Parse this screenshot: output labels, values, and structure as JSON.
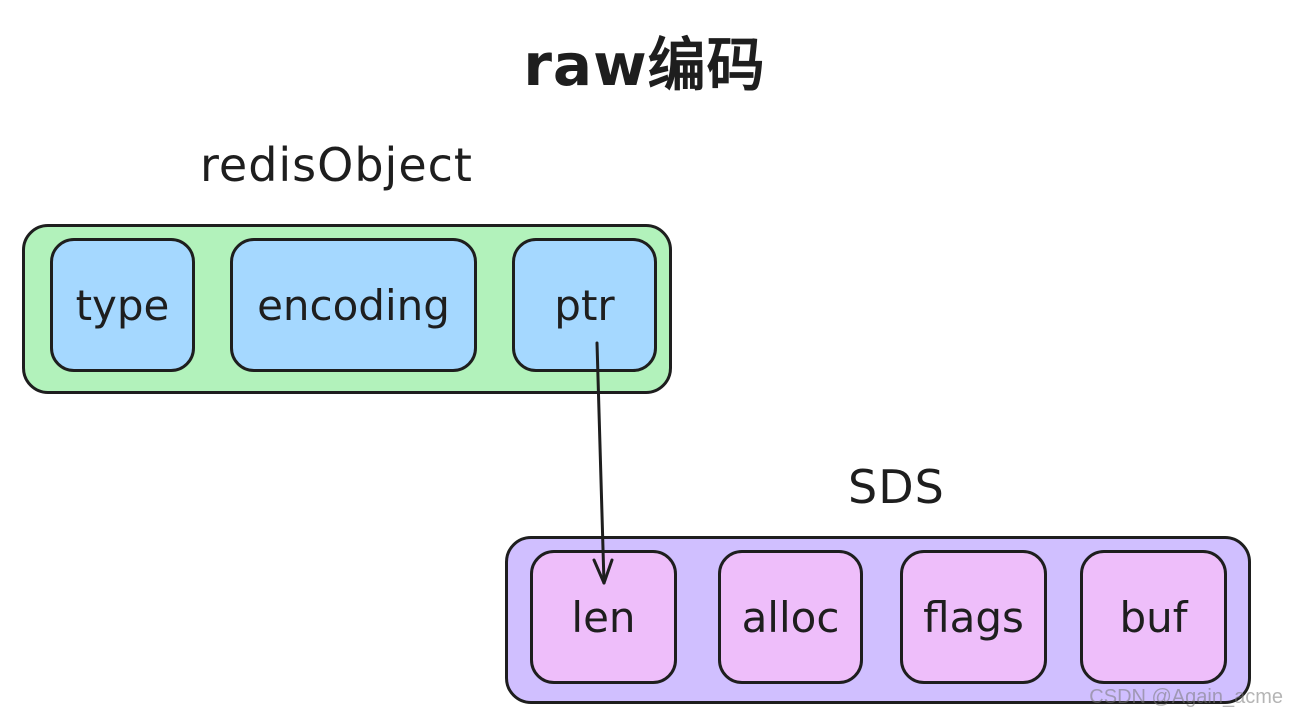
{
  "title": "raw编码",
  "redis_object": {
    "label": "redisObject",
    "fields": [
      "type",
      "encoding",
      "ptr"
    ]
  },
  "sds": {
    "label": "SDS",
    "fields": [
      "len",
      "alloc",
      "flags",
      "buf"
    ]
  },
  "colors": {
    "redis_container": "#b2f2bb",
    "redis_field": "#a5d8ff",
    "sds_container": "#d0bfff",
    "sds_field": "#eebefa",
    "stroke": "#1e1e1e"
  },
  "watermark": "CSDN @Again_acme"
}
